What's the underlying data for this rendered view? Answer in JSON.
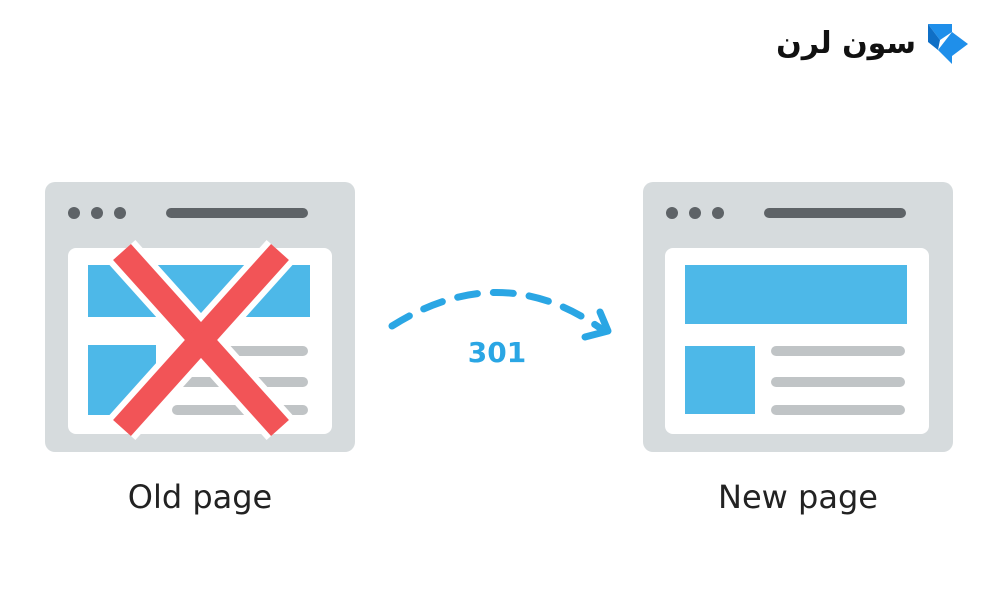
{
  "brand": {
    "name": "سون لرن",
    "accent_color": "#1f8fea"
  },
  "diagram": {
    "redirect_code": "301",
    "old_page_label": "Old page",
    "new_page_label": "New page",
    "colors": {
      "window_frame": "#d6dbdd",
      "window_dots": "#5e6367",
      "content_block": "#4db8e8",
      "text_line": "#c0c4c6",
      "cross": "#f25457",
      "arrow": "#2aa6e4"
    },
    "old_page_status": "crossed-out"
  }
}
